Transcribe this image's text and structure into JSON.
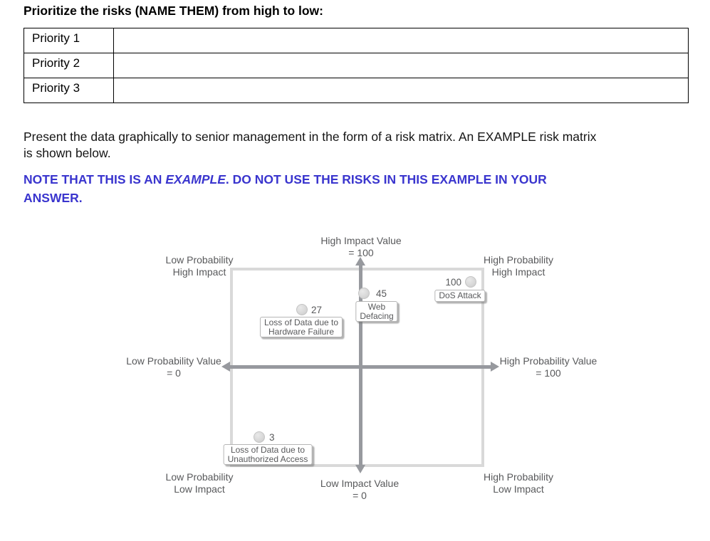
{
  "title": "Prioritize the risks (NAME THEM) from high to low:",
  "priority_table": {
    "rows": [
      {
        "label": "Priority 1",
        "answer": ""
      },
      {
        "label": "Priority 2",
        "answer": ""
      },
      {
        "label": "Priority 3",
        "answer": ""
      }
    ]
  },
  "instruction": "Present the data graphically to senior management in the form of a risk matrix. An EXAMPLE risk matrix\nis shown below.",
  "note": {
    "part1": "NOTE THAT THIS IS AN ",
    "italic": "EXAMPLE",
    "part2": ". DO NOT USE THE RISKS IN THIS EXAMPLE IN YOUR\nANSWER."
  },
  "matrix": {
    "axis_labels": {
      "top": "High Impact Value\n= 100",
      "left": "Low Probability Value\n= 0",
      "right": "High Probability Value\n= 100",
      "bottom": "Low Impact Value\n= 0"
    },
    "quadrant_labels": {
      "top_left": "Low Probability\nHigh Impact",
      "top_right": "High Probability\nHigh Impact",
      "bottom_left": "Low Probability\nLow Impact",
      "bottom_right": "High Probability\nLow Impact"
    },
    "points": [
      {
        "value": "27",
        "label": "Loss of Data due to\nHardware Failure"
      },
      {
        "value": "45",
        "label": "Web\nDefacing"
      },
      {
        "value": "100",
        "label": "DoS Attack"
      },
      {
        "value": "3",
        "label": "Loss of Data due to\nUnauthorized Access"
      }
    ]
  },
  "colors": {
    "note_blue": "#3A35CE",
    "axis_gray": "#97999E",
    "matrix_border_gray": "#D9D9D9",
    "diagram_text_gray": "#58595B",
    "point_fill_gray": "#D9D9D9"
  },
  "chart_data": {
    "type": "scatter",
    "title": "Example risk matrix",
    "xlabel_left": "Low Probability Value = 0",
    "xlabel_right": "High Probability Value = 100",
    "ylabel_top": "High Impact Value = 100",
    "ylabel_bottom": "Low Impact Value = 0",
    "x_range": [
      0,
      100
    ],
    "y_range": [
      0,
      100
    ],
    "grid": false,
    "quadrants": [
      "Low Probability High Impact",
      "High Probability High Impact",
      "Low Probability Low Impact",
      "High Probability Low Impact"
    ],
    "points": [
      {
        "name": "Loss of Data due to Hardware Failure",
        "risk_value": 27,
        "probability": 28,
        "impact": 79
      },
      {
        "name": "Web Defacing",
        "risk_value": 45,
        "probability": 53,
        "impact": 88
      },
      {
        "name": "DoS Attack",
        "risk_value": 100,
        "probability": 95,
        "impact": 93
      },
      {
        "name": "Loss of Data due to Unauthorized Access",
        "risk_value": 3,
        "probability": 11,
        "impact": 14
      }
    ]
  }
}
